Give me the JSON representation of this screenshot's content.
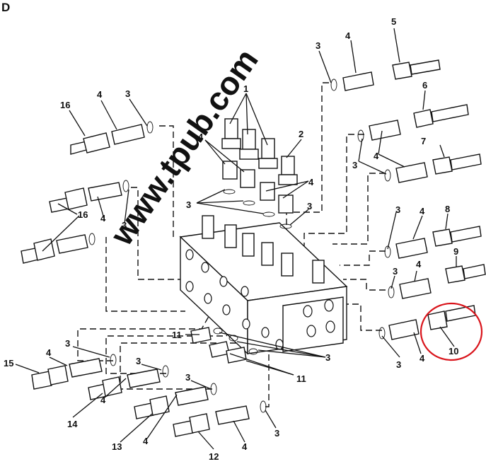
{
  "figure": {
    "panel_letter": "D",
    "watermark": "www.tpub.com",
    "highlight_color": "#d9141b"
  },
  "callouts": [
    {
      "id": "c1",
      "text": "1"
    },
    {
      "id": "c2",
      "text": "2"
    },
    {
      "id": "c3a",
      "text": "3"
    },
    {
      "id": "c3b",
      "text": "3"
    },
    {
      "id": "c3c",
      "text": "3"
    },
    {
      "id": "c3d",
      "text": "3"
    },
    {
      "id": "c3e",
      "text": "3"
    },
    {
      "id": "c3f",
      "text": "3"
    },
    {
      "id": "c3g",
      "text": "3"
    },
    {
      "id": "c3h",
      "text": "3"
    },
    {
      "id": "c3i",
      "text": "3"
    },
    {
      "id": "c3j",
      "text": "3"
    },
    {
      "id": "c3k",
      "text": "3"
    },
    {
      "id": "c3l",
      "text": "3"
    },
    {
      "id": "c3m",
      "text": "3"
    },
    {
      "id": "c3n",
      "text": "3"
    },
    {
      "id": "c4a",
      "text": "4"
    },
    {
      "id": "c4b",
      "text": "4"
    },
    {
      "id": "c4c",
      "text": "4"
    },
    {
      "id": "c4d",
      "text": "4"
    },
    {
      "id": "c4e",
      "text": "4"
    },
    {
      "id": "c4f",
      "text": "4"
    },
    {
      "id": "c4g",
      "text": "4"
    },
    {
      "id": "c4h",
      "text": "4"
    },
    {
      "id": "c4i",
      "text": "4"
    },
    {
      "id": "c4j",
      "text": "4"
    },
    {
      "id": "c4k",
      "text": "4"
    },
    {
      "id": "c4l",
      "text": "4"
    },
    {
      "id": "c4m",
      "text": "4"
    },
    {
      "id": "c4n",
      "text": "4"
    },
    {
      "id": "c4o",
      "text": "4"
    },
    {
      "id": "c5",
      "text": "5"
    },
    {
      "id": "c6",
      "text": "6"
    },
    {
      "id": "c7",
      "text": "7"
    },
    {
      "id": "c8",
      "text": "8"
    },
    {
      "id": "c9",
      "text": "9"
    },
    {
      "id": "c10",
      "text": "10"
    },
    {
      "id": "c11a",
      "text": "11"
    },
    {
      "id": "c11b",
      "text": "11"
    },
    {
      "id": "c12",
      "text": "12"
    },
    {
      "id": "c13",
      "text": "13"
    },
    {
      "id": "c14",
      "text": "14"
    },
    {
      "id": "c15",
      "text": "15"
    },
    {
      "id": "c16a",
      "text": "16"
    },
    {
      "id": "c16b",
      "text": "16"
    }
  ]
}
